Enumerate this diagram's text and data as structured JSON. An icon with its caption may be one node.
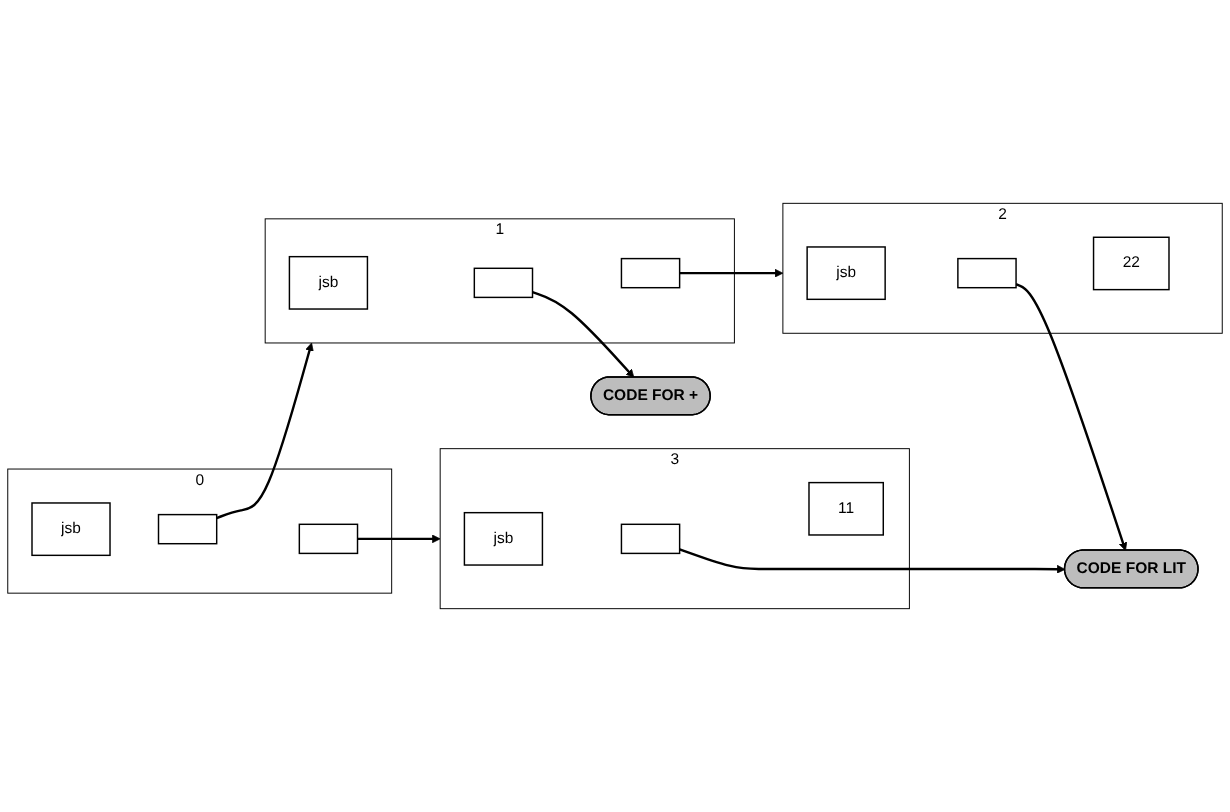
{
  "diagram": {
    "nodes": [
      {
        "text": [],
        "shape": "box",
        "beside": [
          "0"
        ]
      },
      {
        "text": [
          "jsb"
        ],
        "in": 0
      },
      {
        "text": [],
        "shape": "box",
        "in": 0
      },
      {
        "text": [],
        "shape": "box",
        "in": 0
      },
      {
        "text": [],
        "shape": "box",
        "beside": [
          "1"
        ]
      },
      {
        "text": [
          "jsb"
        ],
        "in": 4
      },
      {
        "text": [],
        "shape": "box",
        "in": 4
      },
      {
        "text": [],
        "shape": "box",
        "in": 4
      },
      {
        "text": [],
        "shape": "box",
        "beside": [
          "3"
        ]
      },
      {
        "text": [
          "jsb"
        ],
        "in": 8
      },
      {
        "text": [],
        "shape": "box",
        "in": 8
      },
      {
        "text": [
          "11"
        ],
        "in": 8
      },
      {
        "text": [],
        "shape": "box",
        "beside": [
          "2"
        ]
      },
      {
        "text": [
          "jsb"
        ],
        "in": 12
      },
      {
        "text": [],
        "shape": "box",
        "in": 12
      },
      {
        "text": [
          "22"
        ],
        "in": 12
      },
      {
        "text": [
          "CODE FOR +"
        ]
      },
      {
        "text": [
          "CODE FOR LIT"
        ]
      }
    ],
    "edges": [
      {
        "from": 2,
        "to": 4,
        "arrow": "to"
      },
      {
        "from": 3,
        "to": 8,
        "arrow": "to"
      },
      {
        "from": 6,
        "to": 16,
        "arrow": "to"
      },
      {
        "from": 7,
        "to": 12,
        "arrow": "to"
      },
      {
        "from": 10,
        "to": 17,
        "arrow": "to"
      },
      {
        "from": 14,
        "to": 17,
        "arrow": "to"
      }
    ]
  }
}
